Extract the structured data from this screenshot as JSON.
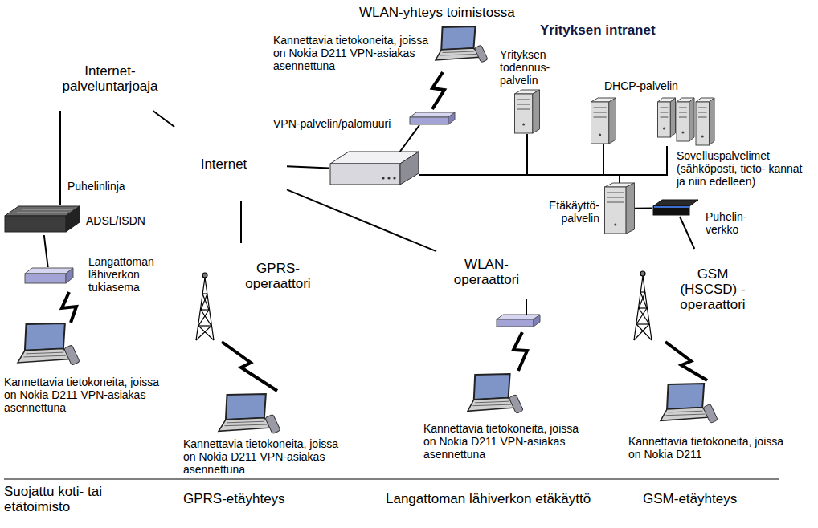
{
  "diagram": {
    "nodes": [
      {
        "text": [
          "Internet- palveluntarjoaja"
        ]
      },
      {
        "text": [
          "Yrityksen intranet"
        ]
      },
      {
        "text": [
          "Yrityksen todennus- palvelin"
        ],
        "in": 1
      },
      {
        "text": [
          "DHCP-palvelin"
        ],
        "in": 1
      },
      {
        "text": [
          "Sovelluspalvelimet (sähköposti, tieto- kannat ja niin edelleen)"
        ],
        "in": 1
      },
      {
        "text": [
          "Internet"
        ]
      },
      {
        "text": [
          "VPN-palvelin/palomuuri"
        ]
      },
      {
        "text": [
          "Kannettavia tietokoneita, joissa on Nokia D211 VPN-asiakas asennettuna"
        ]
      },
      {
        "text": [
          "ADSL/ISDN"
        ]
      },
      {
        "text": [
          "Langattoman lähiverkon tukiasema"
        ]
      },
      {
        "text": [
          "Kannettavia tietokoneita, joissa on Nokia D211 VPN-asiakas asennettuna"
        ]
      },
      {
        "text": [
          "GPRS- operaattori"
        ]
      },
      {
        "text": [
          "Kannettavia tietokoneita, joissa on Nokia D211 VPN-asiakas asennettuna"
        ]
      },
      {
        "text": [
          "WLAN- operaattori"
        ]
      },
      {
        "text": [
          "Kannettavia tietokoneita, joissa on Nokia D211 VPN-asiakas asennettuna"
        ]
      },
      {
        "text": [
          "Etäkäyttö- palvelin"
        ]
      },
      {
        "text": [
          "Puhelin- verkko"
        ]
      },
      {
        "text": [
          "GSM (HSCSD) - operaattori"
        ]
      },
      {
        "text": [
          "Kannettavia tietokoneita, joissa on Nokia D211"
        ]
      }
    ],
    "edges": [
      {
        "from": 0,
        "to": 5,
        "arrow": "none"
      },
      {
        "from": 0,
        "to": 8,
        "arrow": "none"
      },
      {
        "from": 8,
        "to": 9,
        "arrow": "none"
      },
      {
        "from": 5,
        "to": 6,
        "arrow": "none"
      },
      {
        "from": 5,
        "to": 11,
        "arrow": "none"
      },
      {
        "from": 5,
        "to": 13,
        "arrow": "none"
      },
      {
        "from": 6,
        "to": 2,
        "arrow": "none"
      },
      {
        "from": 6,
        "to": 3,
        "arrow": "none"
      },
      {
        "from": 6,
        "to": 4,
        "arrow": "none"
      },
      {
        "from": 6,
        "to": 15,
        "arrow": "none"
      },
      {
        "from": 15,
        "to": 16,
        "arrow": "none"
      },
      {
        "from": 16,
        "to": 17,
        "arrow": "none"
      }
    ],
    "labels": [
      "WLAN-yhteys toimistossa",
      "Puhelinlinja",
      "Suojattu koti- tai etätoimisto",
      "GPRS-etäyhteys",
      "Langattoman lähiverkon etäkäyttö",
      "GSM-etäyhteys"
    ]
  }
}
